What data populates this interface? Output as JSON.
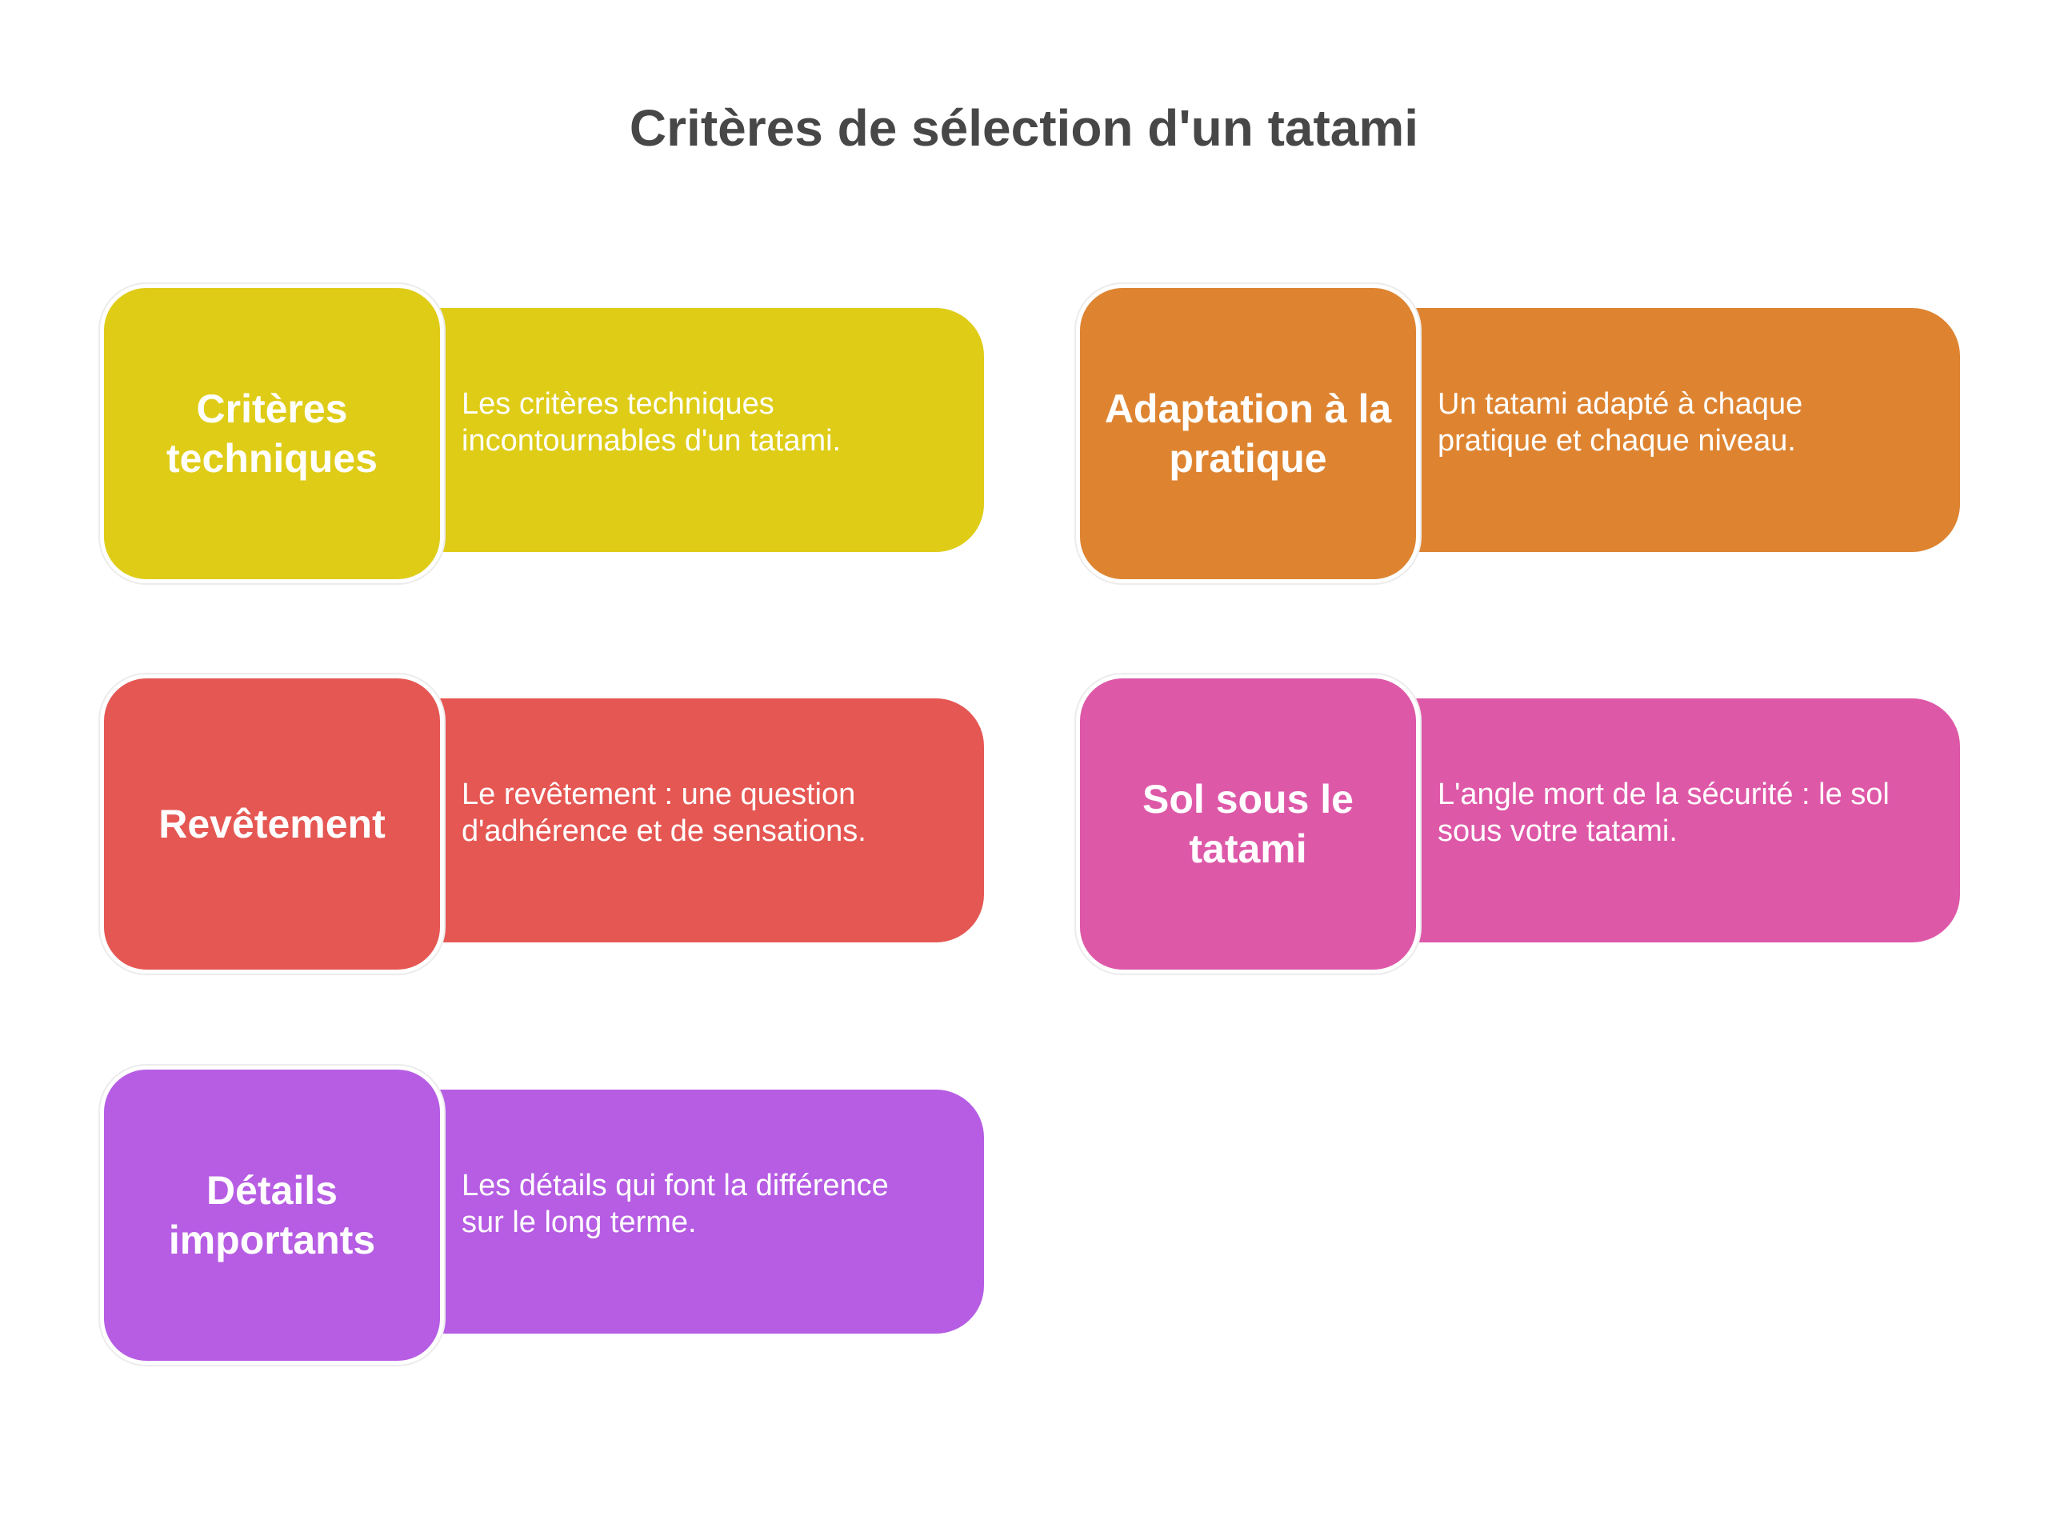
{
  "title": "Critères de sélection d'un tatami",
  "cards": [
    {
      "label": "Critères techniques",
      "description": "Les critères techniques incontournables d'un tatami.",
      "color": "#DFCC17"
    },
    {
      "label": "Adaptation à la pratique",
      "description": "Un tatami adapté à chaque pratique et chaque niveau.",
      "color": "#DE8431"
    },
    {
      "label": "Revêtement",
      "description": "Le revêtement : une question d'adhérence et de sensations.",
      "color": "#E55753"
    },
    {
      "label": "Sol sous le tatami",
      "description": "L'angle mort de la sécurité : le sol sous votre tatami.",
      "color": "#DE58A8"
    },
    {
      "label": "Détails importants",
      "description": "Les détails qui font la différence sur le long terme.",
      "color": "#B65DE3"
    }
  ]
}
